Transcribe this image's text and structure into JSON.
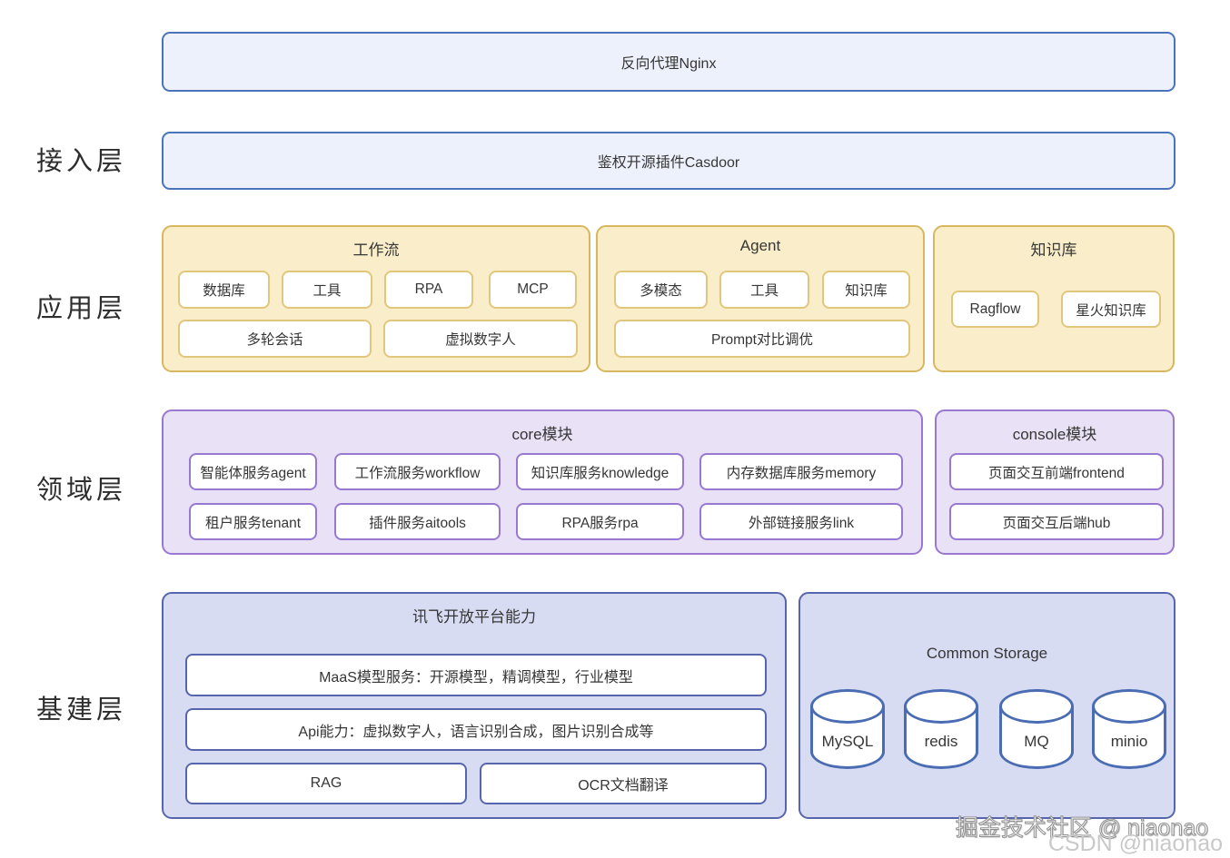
{
  "colors": {
    "access_border": "#4a73ba",
    "access_fill": "#edf1fb",
    "app_group_border": "#d7b75f",
    "app_group_fill": "#faeeca",
    "app_item_border": "#e1c77c",
    "domain_group_border": "#9878d0",
    "domain_group_fill": "#e9e1f6",
    "infra_group_border": "#5766ac",
    "infra_group_fill": "#d8dcf2",
    "cylinder_border": "#4a6cb3",
    "text": "#363636"
  },
  "layers": {
    "access": {
      "label": "接入层",
      "boxes": [
        "反向代理Nginx",
        "鉴权开源插件Casdoor"
      ]
    },
    "application": {
      "label": "应用层",
      "workflow_group": {
        "title": "工作流",
        "items": [
          "数据库",
          "工具",
          "RPA",
          "MCP",
          "多轮会话",
          "虚拟数字人"
        ]
      },
      "agent_group": {
        "title": "Agent",
        "items": [
          "多模态",
          "工具",
          "知识库",
          "Prompt对比调优"
        ]
      },
      "knowledge_group": {
        "title": "知识库",
        "items": [
          "Ragflow",
          "星火知识库"
        ]
      }
    },
    "domain": {
      "label": "领域层",
      "core_group": {
        "title": "core模块",
        "items": [
          "智能体服务agent",
          "工作流服务workflow",
          "知识库服务knowledge",
          "内存数据库服务memory",
          "租户服务tenant",
          "插件服务aitools",
          "RPA服务rpa",
          "外部链接服务link"
        ]
      },
      "console_group": {
        "title": "console模块",
        "items": [
          "页面交互前端frontend",
          "页面交互后端hub"
        ]
      }
    },
    "infrastructure": {
      "label": "基建层",
      "iflytek_group": {
        "title": "讯飞开放平台能力",
        "items": [
          "MaaS模型服务：开源模型，精调模型，行业模型",
          "Api能力：虚拟数字人，语言识别合成，图片识别合成等",
          "RAG",
          "OCR文档翻译"
        ]
      },
      "storage_group": {
        "title": "Common Storage",
        "databases": [
          "MySQL",
          "redis",
          "MQ",
          "minio"
        ]
      }
    }
  },
  "watermark": {
    "line1": "掘金技术社区 @ niaonao",
    "line2": "CSDN @niaonao"
  }
}
